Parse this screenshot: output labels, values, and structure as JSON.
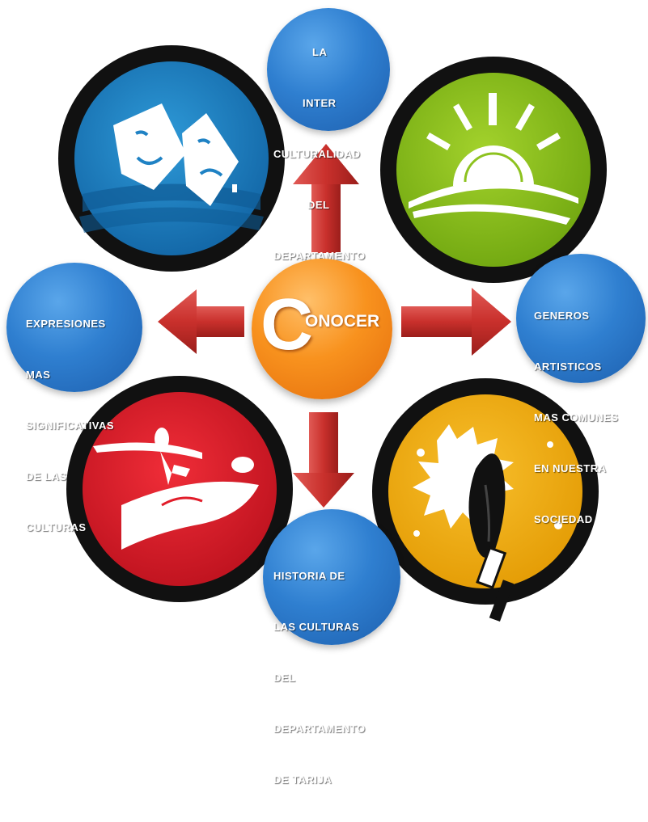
{
  "center": {
    "big_letter": "C",
    "rest": "ONOCER"
  },
  "nodes": {
    "top": {
      "lines": [
        "LA",
        "INTER",
        "CULTURALIDAD",
        "DEL",
        "DEPARTAMENTO"
      ]
    },
    "left": {
      "lines": [
        "EXPRESIONES",
        "MAS",
        "SIGNIFICATIVAS",
        "DE LAS",
        "CULTURAS"
      ]
    },
    "right": {
      "lines": [
        "GENEROS",
        "ARTISTICOS",
        "MAS COMUNES",
        "EN NUESTRA",
        "SOCIEDAD"
      ]
    },
    "bottom": {
      "lines": [
        "HISTORIA DE",
        "LAS CULTURAS",
        "DEL",
        "DEPARTAMENTO",
        "DE TARIJA"
      ]
    }
  },
  "icons": {
    "top_left": "theatre-masks-icon",
    "top_right": "sunrise-landscape-icon",
    "bottom_left": "dancers-icon",
    "bottom_right": "paintbrush-splash-icon"
  },
  "colors": {
    "bubble_blue": "#2f7fd0",
    "center_orange": "#f8921e",
    "arrow_red": "#c9302c",
    "masks_blue": "#1f82c4",
    "sun_green": "#8dc21f",
    "dance_red": "#e11d2a",
    "brush_yellow": "#f2ac0c",
    "ring_black": "#111111"
  }
}
